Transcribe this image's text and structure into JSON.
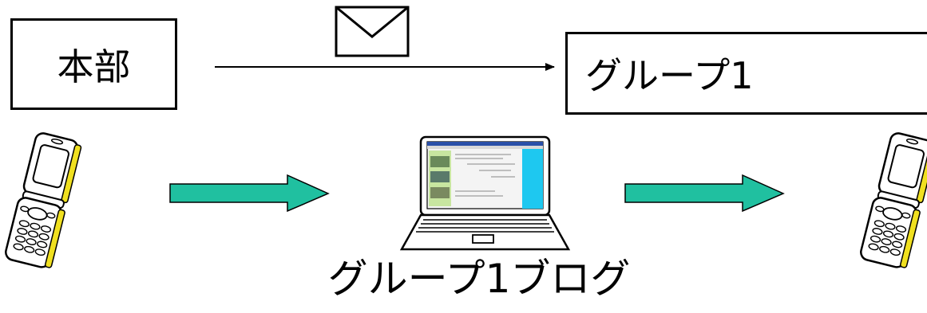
{
  "nodes": {
    "headquarters": "本部",
    "group": "グループ1"
  },
  "blog_caption": "グループ1ブログ",
  "colors": {
    "flow_arrow": "#20c0a0",
    "laptop_screen_side": "#1ec8f0",
    "phone_accent": "#f0e020"
  },
  "icons": {
    "message": "envelope-icon",
    "sender_device": "mobile-phone-icon",
    "blog_device": "laptop-icon",
    "receiver_device": "mobile-phone-icon"
  }
}
